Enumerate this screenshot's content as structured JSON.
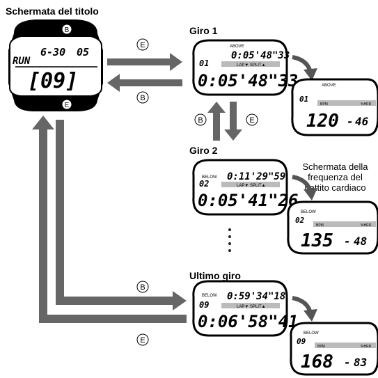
{
  "labels": {
    "title_screen": "Schermata del titolo",
    "lap1": "Giro 1",
    "lap2": "Giro 2",
    "last_lap": "Ultimo giro",
    "hr_caption": [
      "Schermata della",
      "frequenza del",
      "battito cardiaco"
    ]
  },
  "buttons": {
    "B": "B",
    "E": "E"
  },
  "title_watch": {
    "mode": "RUN",
    "date": "6-30",
    "num": "05",
    "big": "[09]"
  },
  "lap1_watch": {
    "zone": "ABOVE",
    "lap": "01",
    "total": "0:05'48\"33",
    "lap_time": "0:05'48\"33",
    "hr_bpm": "120",
    "hr_pct": "46"
  },
  "lap2_watch": {
    "zone": "BELOW",
    "lap": "02",
    "total": "0:11'29\"59",
    "lap_time": "0:05'41\"26",
    "hr_bpm": "135",
    "hr_pct": "48"
  },
  "last_watch": {
    "zone": "BELOW",
    "lap": "09",
    "total": "0:59'34\"18",
    "lap_time": "0:06'58\"41",
    "hr_bpm": "168",
    "hr_pct": "83"
  },
  "watch_text": {
    "lap_split": "LAP▼  SPLIT▲",
    "bpm": "BPM",
    "hrr": "%HRR"
  },
  "colors": {
    "arrow": "#666666",
    "face": "#ffffff",
    "case": "#000000"
  }
}
